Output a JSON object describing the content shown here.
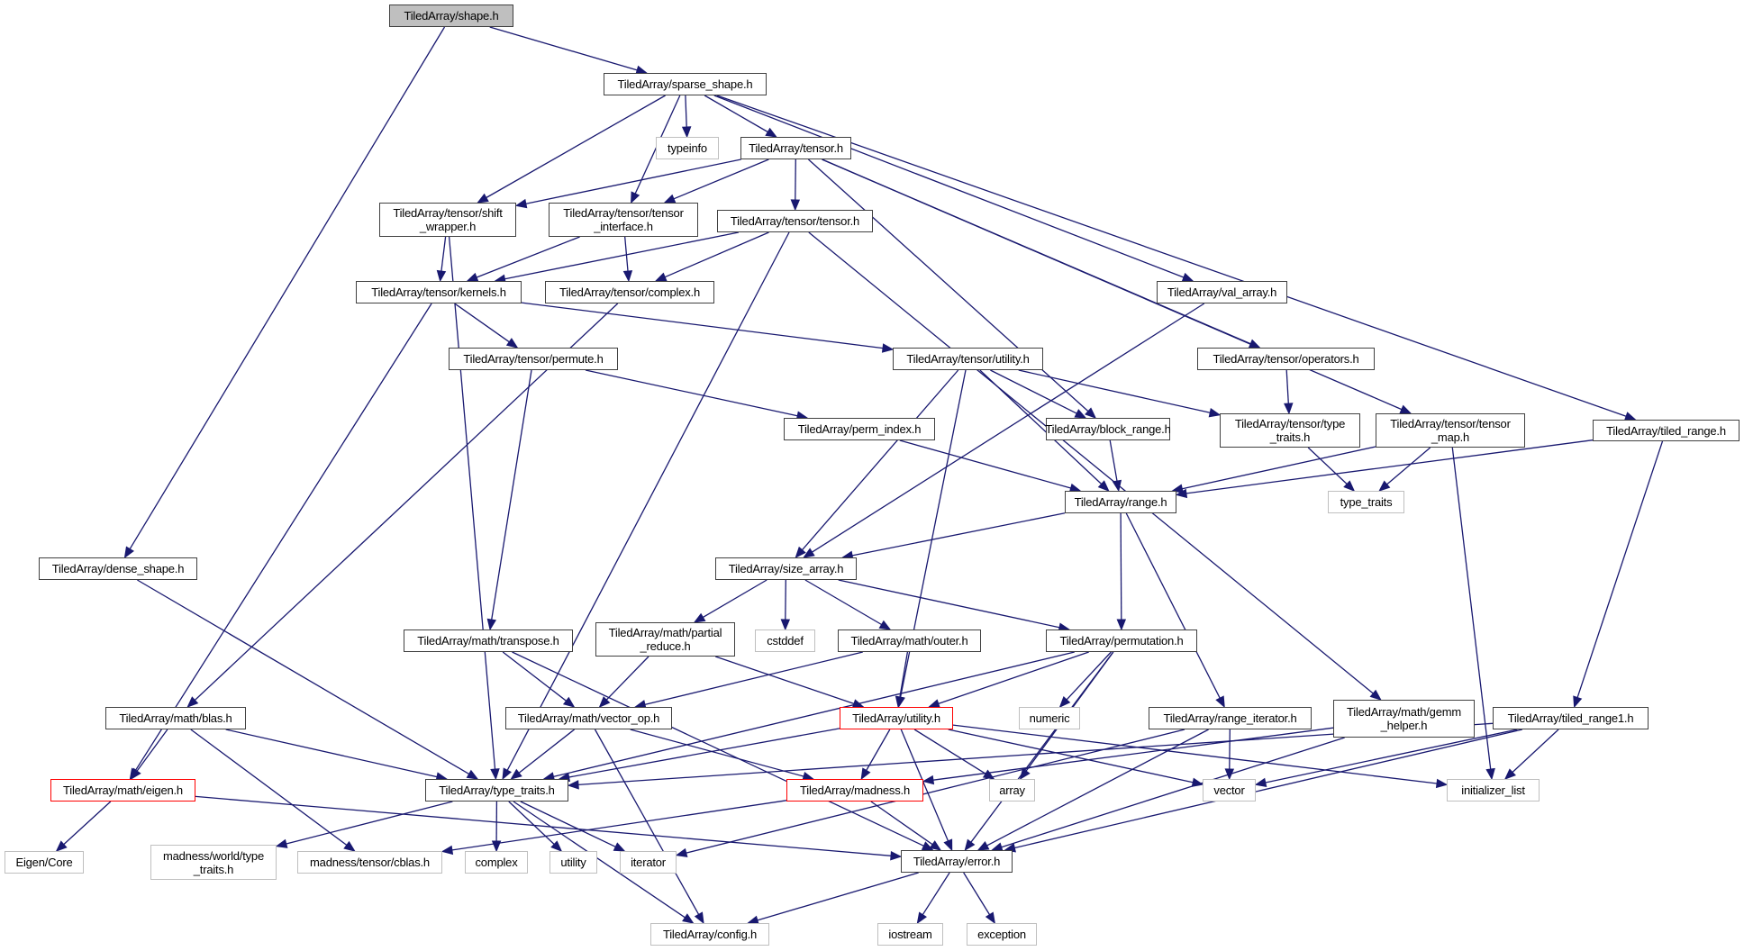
{
  "graph": {
    "title": "TiledArray/shape.h include dependency graph",
    "colors": {
      "edge": "#191970",
      "internal_border": "#404040",
      "external_border": "#bfbfbf",
      "truncated_border": "#ff0000",
      "root_fill": "#bfbfbf"
    },
    "nodes": [
      {
        "id": "shape",
        "label": "TiledArray/shape.h",
        "kind": "root"
      },
      {
        "id": "sparse_shape",
        "label": "TiledArray/sparse_shape.h",
        "kind": "internal"
      },
      {
        "id": "typeinfo",
        "label": "typeinfo",
        "kind": "external"
      },
      {
        "id": "tensor",
        "label": "TiledArray/tensor.h",
        "kind": "internal"
      },
      {
        "id": "shift_wrapper",
        "label": "TiledArray/tensor/shift\n_wrapper.h",
        "kind": "internal"
      },
      {
        "id": "tensor_interface",
        "label": "TiledArray/tensor/tensor\n_interface.h",
        "kind": "internal"
      },
      {
        "id": "tensor_tensor",
        "label": "TiledArray/tensor/tensor.h",
        "kind": "internal"
      },
      {
        "id": "kernels",
        "label": "TiledArray/tensor/kernels.h",
        "kind": "internal"
      },
      {
        "id": "tcomplex",
        "label": "TiledArray/tensor/complex.h",
        "kind": "internal"
      },
      {
        "id": "val_array",
        "label": "TiledArray/val_array.h",
        "kind": "internal"
      },
      {
        "id": "permute",
        "label": "TiledArray/tensor/permute.h",
        "kind": "internal"
      },
      {
        "id": "tutility",
        "label": "TiledArray/tensor/utility.h",
        "kind": "internal"
      },
      {
        "id": "operators",
        "label": "TiledArray/tensor/operators.h",
        "kind": "internal"
      },
      {
        "id": "perm_index",
        "label": "TiledArray/perm_index.h",
        "kind": "internal"
      },
      {
        "id": "block_range",
        "label": "TiledArray/block_range.h",
        "kind": "internal"
      },
      {
        "id": "ttype_traits",
        "label": "TiledArray/tensor/type\n_traits.h",
        "kind": "internal"
      },
      {
        "id": "tensor_map",
        "label": "TiledArray/tensor/tensor\n_map.h",
        "kind": "internal"
      },
      {
        "id": "tiled_range",
        "label": "TiledArray/tiled_range.h",
        "kind": "internal"
      },
      {
        "id": "range",
        "label": "TiledArray/range.h",
        "kind": "internal"
      },
      {
        "id": "std_type_traits",
        "label": "type_traits",
        "kind": "external"
      },
      {
        "id": "dense_shape",
        "label": "TiledArray/dense_shape.h",
        "kind": "internal"
      },
      {
        "id": "size_array",
        "label": "TiledArray/size_array.h",
        "kind": "internal"
      },
      {
        "id": "transpose",
        "label": "TiledArray/math/transpose.h",
        "kind": "internal"
      },
      {
        "id": "partial_reduce",
        "label": "TiledArray/math/partial\n_reduce.h",
        "kind": "internal"
      },
      {
        "id": "cstddef",
        "label": "cstddef",
        "kind": "external"
      },
      {
        "id": "outer",
        "label": "TiledArray/math/outer.h",
        "kind": "internal"
      },
      {
        "id": "permutation",
        "label": "TiledArray/permutation.h",
        "kind": "internal"
      },
      {
        "id": "numeric",
        "label": "numeric",
        "kind": "external"
      },
      {
        "id": "blas",
        "label": "TiledArray/math/blas.h",
        "kind": "internal"
      },
      {
        "id": "vector_op",
        "label": "TiledArray/math/vector_op.h",
        "kind": "internal"
      },
      {
        "id": "utility",
        "label": "TiledArray/utility.h",
        "kind": "truncated"
      },
      {
        "id": "range_iterator",
        "label": "TiledArray/range_iterator.h",
        "kind": "internal"
      },
      {
        "id": "gemm_helper",
        "label": "TiledArray/math/gemm\n_helper.h",
        "kind": "internal"
      },
      {
        "id": "tiled_range1",
        "label": "TiledArray/tiled_range1.h",
        "kind": "internal"
      },
      {
        "id": "eigen",
        "label": "TiledArray/math/eigen.h",
        "kind": "truncated"
      },
      {
        "id": "type_traits",
        "label": "TiledArray/type_traits.h",
        "kind": "internal"
      },
      {
        "id": "madness",
        "label": "TiledArray/madness.h",
        "kind": "truncated"
      },
      {
        "id": "array",
        "label": "array",
        "kind": "external"
      },
      {
        "id": "vector",
        "label": "vector",
        "kind": "external"
      },
      {
        "id": "initializer_list",
        "label": "initializer_list",
        "kind": "external"
      },
      {
        "id": "eigen_core",
        "label": "Eigen/Core",
        "kind": "external"
      },
      {
        "id": "mad_type_traits",
        "label": "madness/world/type\n_traits.h",
        "kind": "external"
      },
      {
        "id": "cblas",
        "label": "madness/tensor/cblas.h",
        "kind": "external"
      },
      {
        "id": "std_complex",
        "label": "complex",
        "kind": "external"
      },
      {
        "id": "std_utility",
        "label": "utility",
        "kind": "external"
      },
      {
        "id": "iterator",
        "label": "iterator",
        "kind": "external"
      },
      {
        "id": "error",
        "label": "TiledArray/error.h",
        "kind": "internal"
      },
      {
        "id": "config",
        "label": "TiledArray/config.h",
        "kind": "external"
      },
      {
        "id": "iostream",
        "label": "iostream",
        "kind": "external"
      },
      {
        "id": "exception",
        "label": "exception",
        "kind": "external"
      }
    ],
    "edges": [
      [
        "shape",
        "sparse_shape"
      ],
      [
        "shape",
        "dense_shape"
      ],
      [
        "sparse_shape",
        "typeinfo"
      ],
      [
        "sparse_shape",
        "tensor"
      ],
      [
        "sparse_shape",
        "shift_wrapper"
      ],
      [
        "sparse_shape",
        "tensor_interface"
      ],
      [
        "sparse_shape",
        "val_array"
      ],
      [
        "sparse_shape",
        "tiled_range"
      ],
      [
        "tensor",
        "shift_wrapper"
      ],
      [
        "tensor",
        "tensor_interface"
      ],
      [
        "tensor",
        "tensor_tensor"
      ],
      [
        "tensor",
        "block_range"
      ],
      [
        "tensor",
        "operators"
      ],
      [
        "tensor",
        "tensor_map"
      ],
      [
        "shift_wrapper",
        "kernels"
      ],
      [
        "shift_wrapper",
        "type_traits"
      ],
      [
        "tensor_interface",
        "kernels"
      ],
      [
        "tensor_interface",
        "tcomplex"
      ],
      [
        "tensor_tensor",
        "kernels"
      ],
      [
        "tensor_tensor",
        "tcomplex"
      ],
      [
        "tensor_tensor",
        "type_traits"
      ],
      [
        "tensor_tensor",
        "gemm_helper"
      ],
      [
        "kernels",
        "permute"
      ],
      [
        "kernels",
        "tutility"
      ],
      [
        "kernels",
        "eigen"
      ],
      [
        "tcomplex",
        "blas"
      ],
      [
        "val_array",
        "size_array"
      ],
      [
        "permute",
        "transpose"
      ],
      [
        "permute",
        "perm_index"
      ],
      [
        "tutility",
        "size_array"
      ],
      [
        "tutility",
        "block_range"
      ],
      [
        "tutility",
        "range"
      ],
      [
        "tutility",
        "ttype_traits"
      ],
      [
        "tutility",
        "utility"
      ],
      [
        "operators",
        "ttype_traits"
      ],
      [
        "perm_index",
        "range"
      ],
      [
        "block_range",
        "range"
      ],
      [
        "ttype_traits",
        "std_type_traits"
      ],
      [
        "tensor_map",
        "range"
      ],
      [
        "tensor_map",
        "std_type_traits"
      ],
      [
        "tensor_map",
        "initializer_list"
      ],
      [
        "tiled_range",
        "range"
      ],
      [
        "tiled_range",
        "tiled_range1"
      ],
      [
        "range",
        "size_array"
      ],
      [
        "range",
        "permutation"
      ],
      [
        "range",
        "range_iterator"
      ],
      [
        "dense_shape",
        "type_traits"
      ],
      [
        "size_array",
        "partial_reduce"
      ],
      [
        "size_array",
        "cstddef"
      ],
      [
        "size_array",
        "outer"
      ],
      [
        "size_array",
        "permutation"
      ],
      [
        "transpose",
        "vector_op"
      ],
      [
        "transpose",
        "error"
      ],
      [
        "partial_reduce",
        "vector_op"
      ],
      [
        "partial_reduce",
        "utility"
      ],
      [
        "outer",
        "vector_op"
      ],
      [
        "outer",
        "utility"
      ],
      [
        "permutation",
        "type_traits"
      ],
      [
        "permutation",
        "utility"
      ],
      [
        "permutation",
        "numeric"
      ],
      [
        "permutation",
        "array"
      ],
      [
        "permutation",
        "error"
      ],
      [
        "blas",
        "eigen"
      ],
      [
        "blas",
        "type_traits"
      ],
      [
        "blas",
        "cblas"
      ],
      [
        "vector_op",
        "type_traits"
      ],
      [
        "vector_op",
        "madness"
      ],
      [
        "vector_op",
        "config"
      ],
      [
        "utility",
        "type_traits"
      ],
      [
        "utility",
        "madness"
      ],
      [
        "utility",
        "array"
      ],
      [
        "utility",
        "vector"
      ],
      [
        "utility",
        "initializer_list"
      ],
      [
        "utility",
        "error"
      ],
      [
        "range_iterator",
        "vector"
      ],
      [
        "range_iterator",
        "error"
      ],
      [
        "range_iterator",
        "iterator"
      ],
      [
        "gemm_helper",
        "madness"
      ],
      [
        "gemm_helper",
        "error"
      ],
      [
        "tiled_range1",
        "type_traits"
      ],
      [
        "tiled_range1",
        "vector"
      ],
      [
        "tiled_range1",
        "initializer_list"
      ],
      [
        "tiled_range1",
        "error"
      ],
      [
        "eigen",
        "eigen_core"
      ],
      [
        "eigen",
        "error"
      ],
      [
        "type_traits",
        "mad_type_traits"
      ],
      [
        "type_traits",
        "std_complex"
      ],
      [
        "type_traits",
        "std_utility"
      ],
      [
        "type_traits",
        "iterator"
      ],
      [
        "type_traits",
        "config"
      ],
      [
        "madness",
        "cblas"
      ],
      [
        "madness",
        "error"
      ],
      [
        "error",
        "config"
      ],
      [
        "error",
        "iostream"
      ],
      [
        "error",
        "exception"
      ]
    ]
  }
}
